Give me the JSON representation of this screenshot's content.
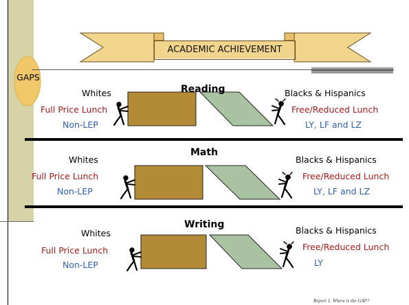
{
  "title_banner": {
    "label": "ACADEMIC ACHIEVEMENT"
  },
  "badge": {
    "label": "GAPS"
  },
  "rows": [
    {
      "subject": "Reading",
      "left_group": "Whites",
      "left_income": "Full Price Lunch",
      "left_language": "Non-LEP",
      "right_group": "Blacks & Hispanics",
      "right_income": "Free/Reduced Lunch",
      "right_language": "LY, LF and LZ"
    },
    {
      "subject": "Math",
      "left_group": "Whites",
      "left_income": "Full Price Lunch",
      "left_language": "Non-LEP",
      "right_group": "Blacks & Hispanics",
      "right_income": "Free/Reduced Lunch",
      "right_language": "LY, LF and LZ"
    },
    {
      "subject": "Writing",
      "left_group": "Whites",
      "left_income": "Full Price Lunch",
      "left_language": "Non-LEP",
      "right_group": "Blacks & Hispanics",
      "right_income": "Free/Reduced Lunch",
      "right_language": "LY"
    }
  ],
  "footer": {
    "source": "Report 1. Where is the GAP?"
  },
  "colors": {
    "banner_fill": "#f1d58c",
    "badge_fill": "#f0c769",
    "box_fill": "#b38a35",
    "parallelogram_fill": "#a9c2a2",
    "income_text": "#a51919",
    "language_text": "#2e5fb0"
  }
}
